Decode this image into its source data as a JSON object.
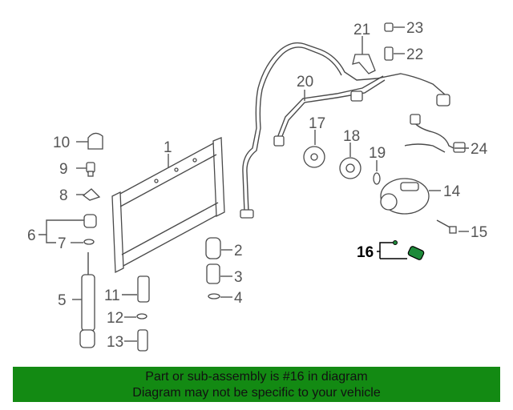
{
  "diagram": {
    "highlighted_callout": "16",
    "highlight_color": "#1e8a3a",
    "callouts": [
      "1",
      "2",
      "3",
      "4",
      "5",
      "6",
      "7",
      "8",
      "9",
      "10",
      "11",
      "12",
      "13",
      "14",
      "15",
      "16",
      "17",
      "18",
      "19",
      "20",
      "21",
      "22",
      "23",
      "24"
    ]
  },
  "banner": {
    "line1": "Part or sub-assembly is #16 in diagram",
    "line2": "Diagram may not be specific to your vehicle",
    "background": "#138a13"
  }
}
